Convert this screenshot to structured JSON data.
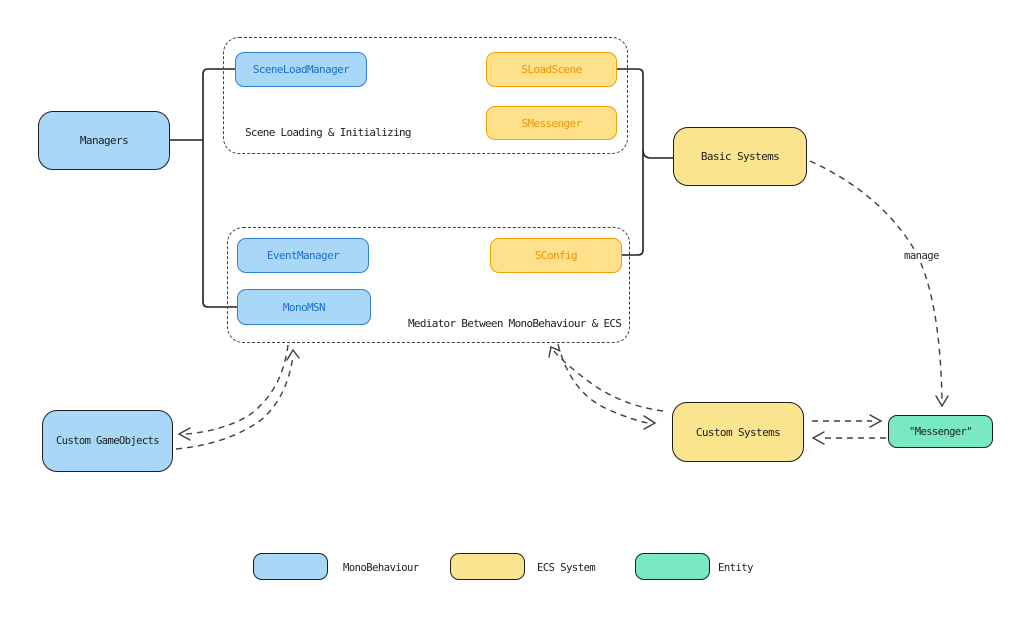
{
  "nodes": {
    "managers": "Managers",
    "scene_load_manager": "SceneLoadManager",
    "sload_scene": "SLoadScene",
    "smessenger": "SMessenger",
    "event_manager": "EventManager",
    "mono_msn": "MonoMSN",
    "sconfig": "SConfig",
    "basic_systems": "Basic Systems",
    "custom_systems": "Custom Systems",
    "messenger": "\"Messenger\"",
    "custom_gameobjects": "Custom GameObjects"
  },
  "groups": {
    "scene_loading_label": "Scene Loading & Initializing",
    "mediator_label": "Mediator Between MonoBehaviour & ECS"
  },
  "edge_labels": {
    "manage": "manage"
  },
  "legend": {
    "items": [
      {
        "label": "MonoBehaviour",
        "color": "#a9d7f8"
      },
      {
        "label": "ECS System",
        "color": "#fae58e"
      },
      {
        "label": "Entity",
        "color": "#79e9c3"
      }
    ]
  },
  "palette": {
    "monobehaviour_fill": "#a9d7f8",
    "monobehaviour_stroke": "#2f80d9",
    "monobehaviour_text": "#1a6fd0",
    "ecs_fill": "#ffe18b",
    "ecs_stroke": "#f59f00",
    "ecs_text": "#ef9400",
    "system_fill": "#fae58e",
    "entity_fill": "#79e9c3",
    "ink": "#1e1e1e",
    "dashed_line": "#3d3d3d",
    "background": "#ffffff"
  }
}
